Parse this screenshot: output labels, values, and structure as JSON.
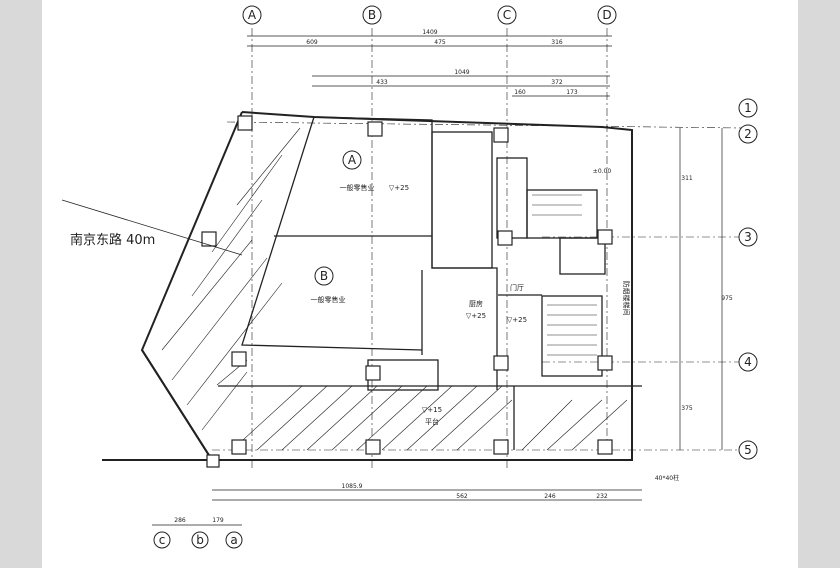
{
  "drawing": {
    "grid_columns": [
      "A",
      "B",
      "C",
      "D"
    ],
    "grid_rows": [
      "1",
      "2",
      "3",
      "4",
      "5"
    ],
    "grid_bottom": [
      "c",
      "b",
      "a"
    ],
    "rooms": {
      "a_label": "A",
      "a_name": "一般零售业",
      "a_level": "▽+25",
      "b_label": "B",
      "b_name": "一般零售业",
      "c_name": "门厅",
      "c_level": "▽+25",
      "d_name": "厨房",
      "d_level": "▽+25",
      "e_name": "防烟楼梯间",
      "f_level": "▽+15",
      "f_name": "平台"
    },
    "street": "南京东路 40m",
    "dims": {
      "top_total": "1409",
      "top_seg1": "609",
      "top_seg2": "475",
      "top_seg3": "316",
      "row2": "1049",
      "row3a": "433",
      "row3b": "372",
      "row3c": "160",
      "row3d": "173",
      "right1": "311",
      "right2": "975",
      "right3": "375",
      "bottom_total": "1085.9",
      "bottom_seg1": "562",
      "bottom_seg2": "246",
      "bottom_seg3": "232",
      "bottom_small1": "286",
      "bottom_small2": "179"
    },
    "notes": {
      "post": "40*40柱",
      "vert": "±0.00"
    }
  }
}
